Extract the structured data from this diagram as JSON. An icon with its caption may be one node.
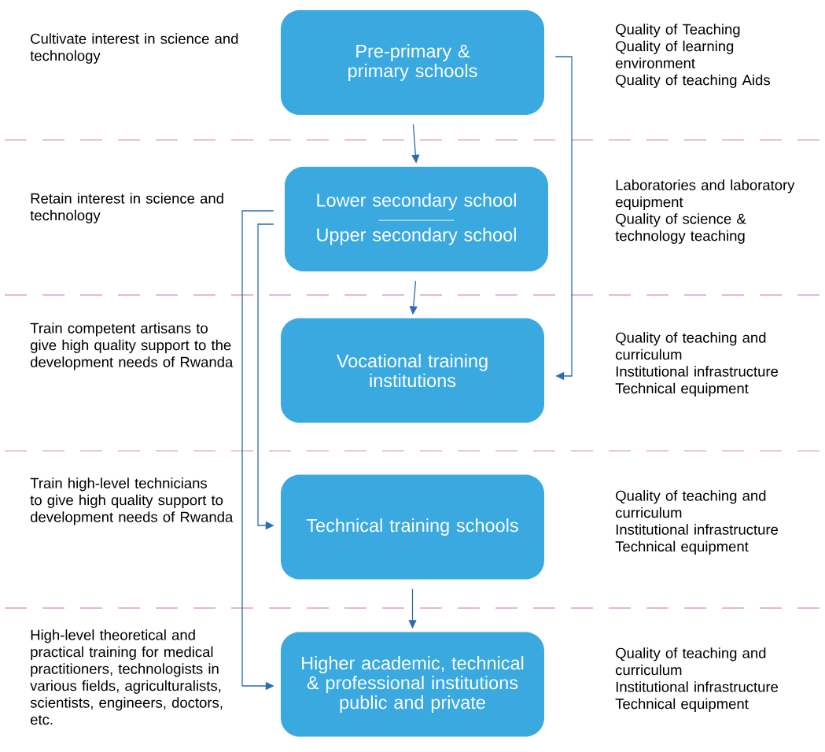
{
  "diagram": {
    "nodes": [
      {
        "text": [
          "Pre-primary & primary schools"
        ]
      },
      {
        "text": [
          "Lower secondary school",
          "Upper secondary school"
        ]
      },
      {
        "text": [
          "Vocational training institutions"
        ]
      },
      {
        "text": [
          "Technical training schools"
        ]
      },
      {
        "text": [
          "Higher academic, technical & professional institutions public and private"
        ]
      }
    ],
    "edges": [
      {
        "from": 0,
        "to": 1,
        "arrow": "to"
      },
      {
        "from": 1,
        "to": 2,
        "arrow": "to"
      },
      {
        "from": 3,
        "to": 4,
        "arrow": "to"
      },
      {
        "from": 0,
        "to": 2,
        "arrow": "to"
      },
      {
        "from": 1,
        "to": 3,
        "arrow": "to"
      },
      {
        "from": 1,
        "to": 4,
        "arrow": "to"
      }
    ],
    "labels": [
      "Cultivate interest in science and technology",
      "Quality of Teaching",
      "Quality of learning environment",
      "Quality of teaching Aids",
      "Retain interest in science and technology",
      "Laboratories and laboratory equipment",
      "Quality of science & technology teaching",
      "Train competent artisans to give high quality support to the development needs of Rwanda",
      "Quality of teaching and curriculum",
      "Institutional infrastructure",
      "Technical equipment",
      "Train high-level technicians to give high quality support to development needs of Rwanda",
      "Quality of teaching and curriculum",
      "Institutional infrastructure",
      "Technical equipment",
      "High-level theoretical and practical training for medical practitioners, technologists in various fields, agriculturalists, scientists, engineers, doctors, etc.",
      "Quality of teaching and curriculum",
      "Institutional infrastructure",
      "Technical equipment"
    ]
  }
}
